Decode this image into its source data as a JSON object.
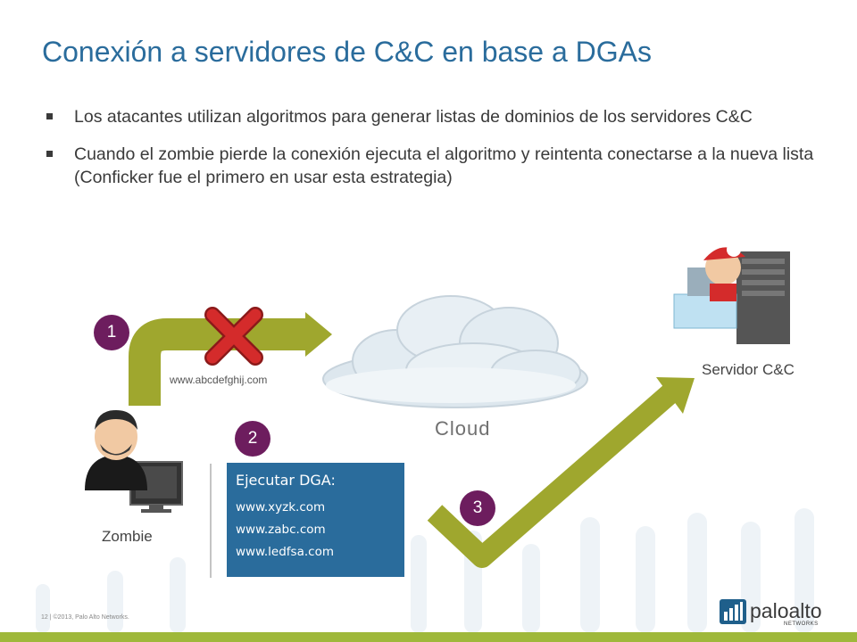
{
  "title": "Conexión a servidores de C&C en base a DGAs",
  "bullets": [
    "Los atacantes utilizan algoritmos para generar listas de dominios de los servidores C&C",
    "Cuando el zombie pierde la conexión ejecuta el algoritmo y reintenta conectarse a la nueva lista (Conficker fue el primero en usar esta estrategia)"
  ],
  "diagram": {
    "steps": [
      "1",
      "2",
      "3"
    ],
    "failed_domain": "www.abcdefghij.com",
    "cloud_label": "Cloud",
    "server_label": "Servidor C&C",
    "zombie_label": "Zombie",
    "dga": {
      "heading": "Ejecutar DGA:",
      "domains": [
        "www.xyzk.com",
        "www.zabc.com",
        "www.ledfsa.com"
      ]
    }
  },
  "footer": {
    "text": "12 | ©2013, Palo Alto Networks.",
    "logo_text": "paloalto",
    "logo_sub": "NETWORKS"
  },
  "colors": {
    "title": "#2a6c9c",
    "arrow_green": "#9fa72e",
    "badge_purple": "#6d1d5e",
    "dga_box": "#2a6c9c",
    "fail_red": "#d42b2b",
    "footer_bar": "#9fb83a"
  }
}
